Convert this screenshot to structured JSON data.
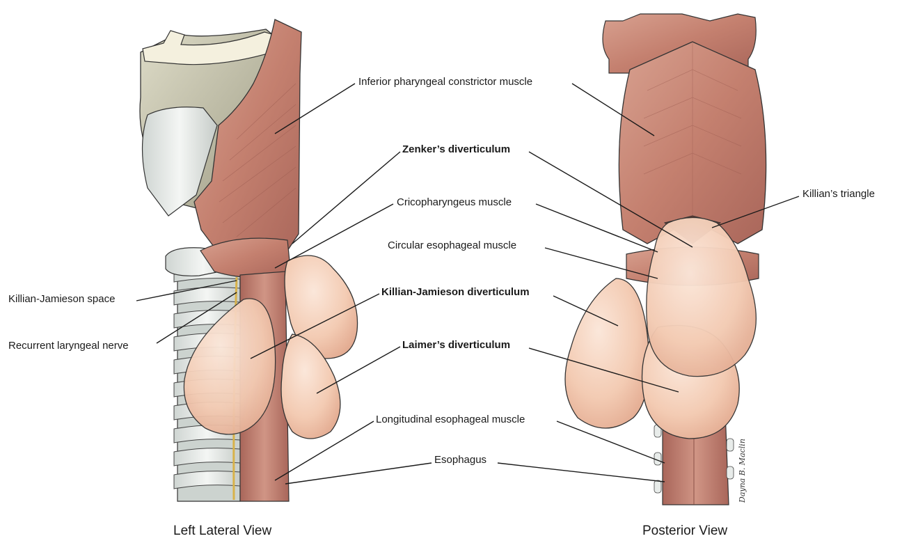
{
  "labels": {
    "inferior_constrictor": "Inferior pharyngeal constrictor muscle",
    "zenker": "Zenker’s diverticulum",
    "cricopharyngeus": "Cricopharyngeus muscle",
    "circular_muscle": "Circular esophageal muscle",
    "kj_diverticulum": "Killian-Jamieson diverticulum",
    "laimer": "Laimer’s diverticulum",
    "longitudinal_muscle": "Longitudinal esophageal muscle",
    "esophagus": "Esophagus",
    "kj_space": "Killian-Jamieson space",
    "recurrent_nerve": "Recurrent laryngeal nerve",
    "killian_triangle": "Killian’s triangle"
  },
  "captions": {
    "left_view": "Left Lateral View",
    "posterior_view": "Posterior View"
  },
  "signature": "Dayna B. Maclin",
  "colors": {
    "muscle": "#c98a7a",
    "muscle_dark": "#a8655a",
    "diverticulum": "#f2cdb6",
    "cartilage": "#e9ede9",
    "thyroid_cartilage": "#b9b7a0",
    "nerve": "#d8b24a",
    "leader_line": "#1a1a1a"
  }
}
